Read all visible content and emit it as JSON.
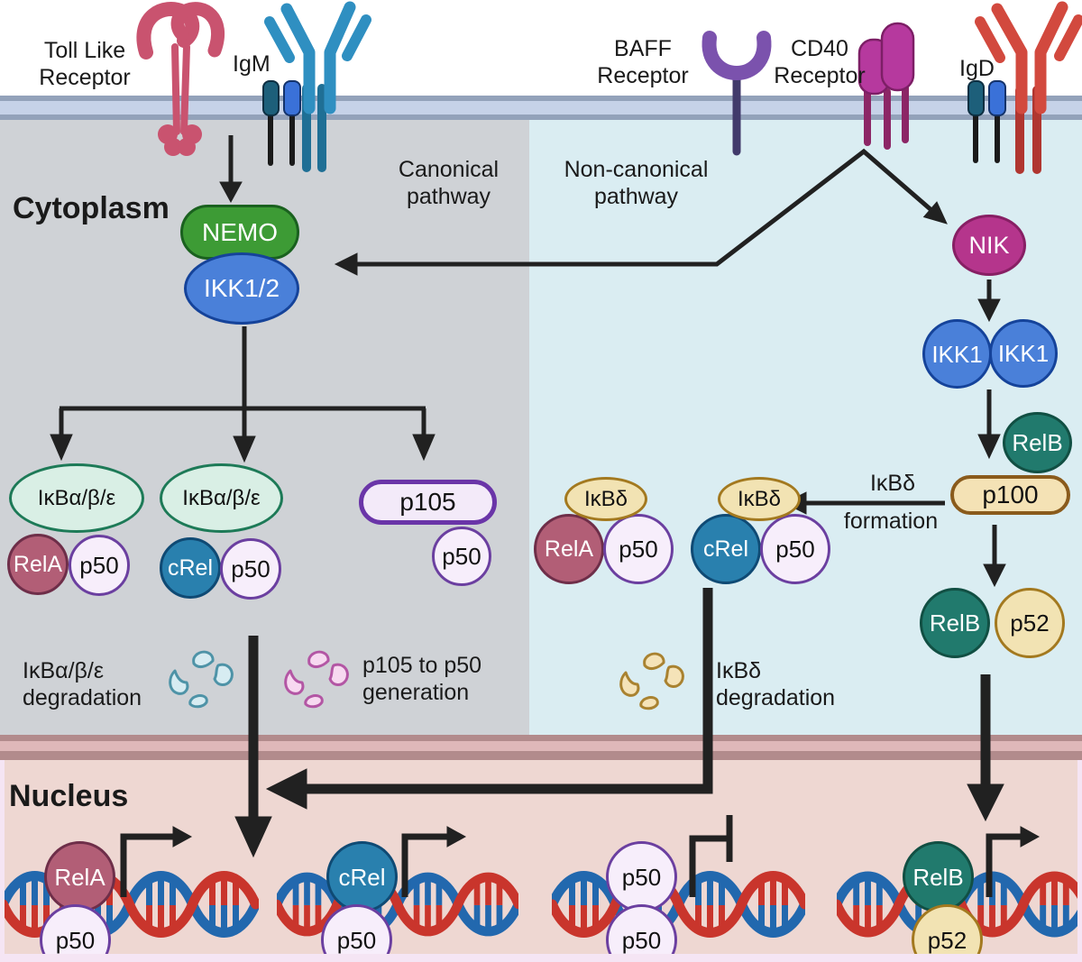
{
  "labels": {
    "cytoplasm": "Cytoplasm",
    "nucleus": "Nucleus",
    "canonical": [
      "Canonical",
      "pathway"
    ],
    "noncanonical": [
      "Non-canonical",
      "pathway"
    ]
  },
  "receptors": {
    "tlr": [
      "Toll Like",
      "Receptor"
    ],
    "igm": "IgM",
    "baff": [
      "BAFF",
      "Receptor"
    ],
    "cd40": [
      "CD40",
      "Receptor"
    ],
    "igd": "IgD"
  },
  "nodes": {
    "nemo": "NEMO",
    "ikk12": "IKK1/2",
    "nik": "NIK",
    "ikk1_left": "IKK1",
    "ikk1_right": "IKK1",
    "relb_p100": "RelB",
    "p100": "p100",
    "relb_dimer": "RelB",
    "p52_dimer": "p52",
    "ikb_abe_1": "IκBα/β/ε",
    "rela_1": "RelA",
    "p50_1": "p50",
    "ikb_abe_2": "IκBα/β/ε",
    "crel_1": "cRel",
    "p50_2": "p50",
    "p105": "p105",
    "p50_3": "p50",
    "ikbd_1": "IκBδ",
    "rela_2": "RelA",
    "p50_4": "p50",
    "ikbd_2": "IκBδ",
    "crel_2": "cRel",
    "p50_5": "p50"
  },
  "annotations": {
    "ikb_degradation": [
      "IκBα/β/ε",
      "degradation"
    ],
    "p105_generation": [
      "p105 to p50",
      "generation"
    ],
    "ikbd_formation": [
      "IκBδ",
      "formation"
    ],
    "ikbd_degradation": [
      "IκBδ",
      "degradation"
    ]
  },
  "nucleus_factors": [
    {
      "top": "RelA",
      "bottom": "p50",
      "effect": "activation"
    },
    {
      "top": "cRel",
      "bottom": "p50",
      "effect": "activation"
    },
    {
      "top": "p50",
      "bottom": "p50",
      "effect": "repression"
    },
    {
      "top": "RelB",
      "bottom": "p52",
      "effect": "activation"
    }
  ],
  "colors": {
    "nemo_green": "#3D9B35",
    "ikk_blue": "#4A80D9",
    "nik_magenta": "#B5358C",
    "relb_teal": "#217A6D",
    "crel_blue": "#2980AE",
    "rela_maroon": "#B25E76",
    "p50_lavender": "#F7EEFB",
    "p50_border_purple": "#6B3FA0",
    "ikb_mint": "#D9EFE5",
    "ikb_mint_border": "#1D7A57",
    "p105_border_purple": "#6A35A8",
    "ikbd_tan": "#F2E3B3",
    "ikbd_tan_border": "#A3791F",
    "p100_border_brown": "#8A5B1C",
    "membrane_blue": "#C6D2E8",
    "cytoplasm_gray": "#CFD2D6",
    "noncanonical_cyan": "#DAEDF2",
    "nucleus_pink": "#EED7D2",
    "nuclear_envelope": "#B28B8C",
    "dna_red": "#C9352C",
    "dna_blue": "#2268AE",
    "arrow_black": "#212121"
  }
}
